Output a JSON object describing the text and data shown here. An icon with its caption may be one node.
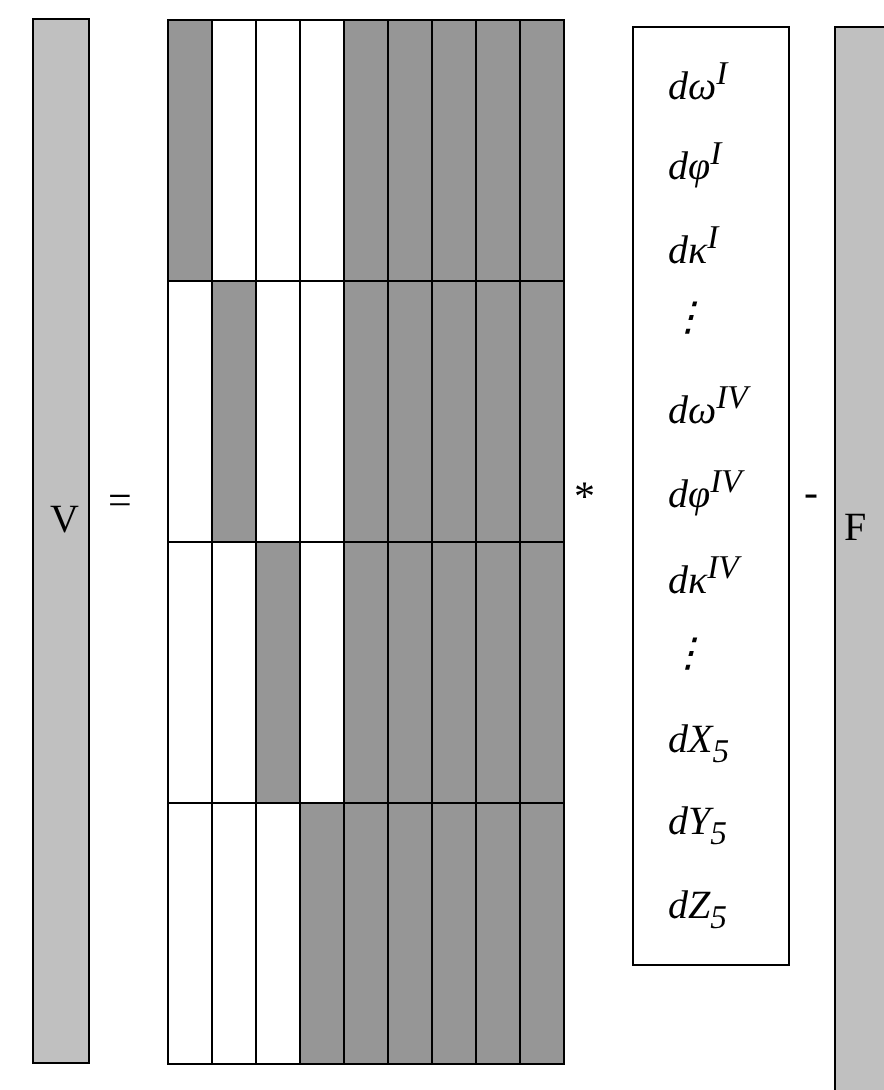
{
  "diagram": {
    "nodes": [
      {
        "text": [
          "V"
        ]
      },
      {
        "text": [
          "dω$^{I}$",
          "dφ$^{I}$",
          "dκ$^{I}$",
          "⋮",
          "dω$^{IV}$",
          "dφ$^{IV}$",
          "dκ$^{IV}$",
          "⋮",
          "dX$_{5}$",
          "dY$_{5}$",
          "dZ$_{5}$"
        ]
      },
      {
        "text": [
          "F"
        ]
      }
    ],
    "labels": [
      "=",
      "*",
      "-"
    ]
  }
}
